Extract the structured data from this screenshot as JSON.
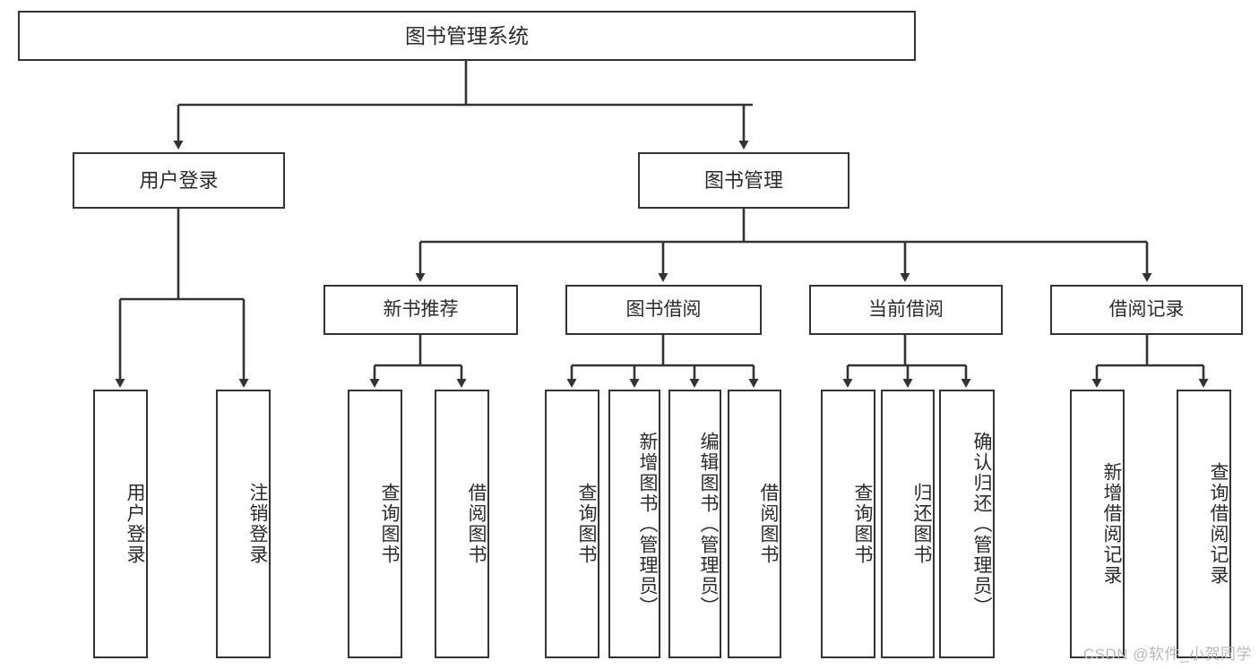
{
  "diagram": {
    "title": "图书管理系统",
    "type": "tree-hierarchy",
    "background_color": "#ffffff",
    "line_color": "#333333",
    "text_color": "#2b2b2b"
  },
  "root": {
    "label": "图书管理系统"
  },
  "level2": [
    {
      "label": "用户登录"
    },
    {
      "label": "图书管理"
    }
  ],
  "level3": [
    {
      "label": "新书推荐"
    },
    {
      "label": "图书借阅"
    },
    {
      "label": "当前借阅"
    },
    {
      "label": "借阅记录"
    }
  ],
  "leaves": {
    "user_login": [
      {
        "label": "用户登录"
      },
      {
        "label": "注销登录"
      }
    ],
    "new_book": [
      {
        "label": "查询图书"
      },
      {
        "label": "借阅图书"
      }
    ],
    "book_borrow": [
      {
        "label": "查询图书"
      },
      {
        "label": "新增图书（管理员）"
      },
      {
        "label": "编辑图书（管理员）"
      },
      {
        "label": "借阅图书"
      }
    ],
    "current_borrow": [
      {
        "label": "查询图书"
      },
      {
        "label": "归还图书"
      },
      {
        "label": "确认归还（管理员）"
      }
    ],
    "borrow_record": [
      {
        "label": "新增借阅记录"
      },
      {
        "label": "查询借阅记录"
      }
    ]
  },
  "watermark": {
    "text": "CSDN @软件_小贺同学"
  }
}
